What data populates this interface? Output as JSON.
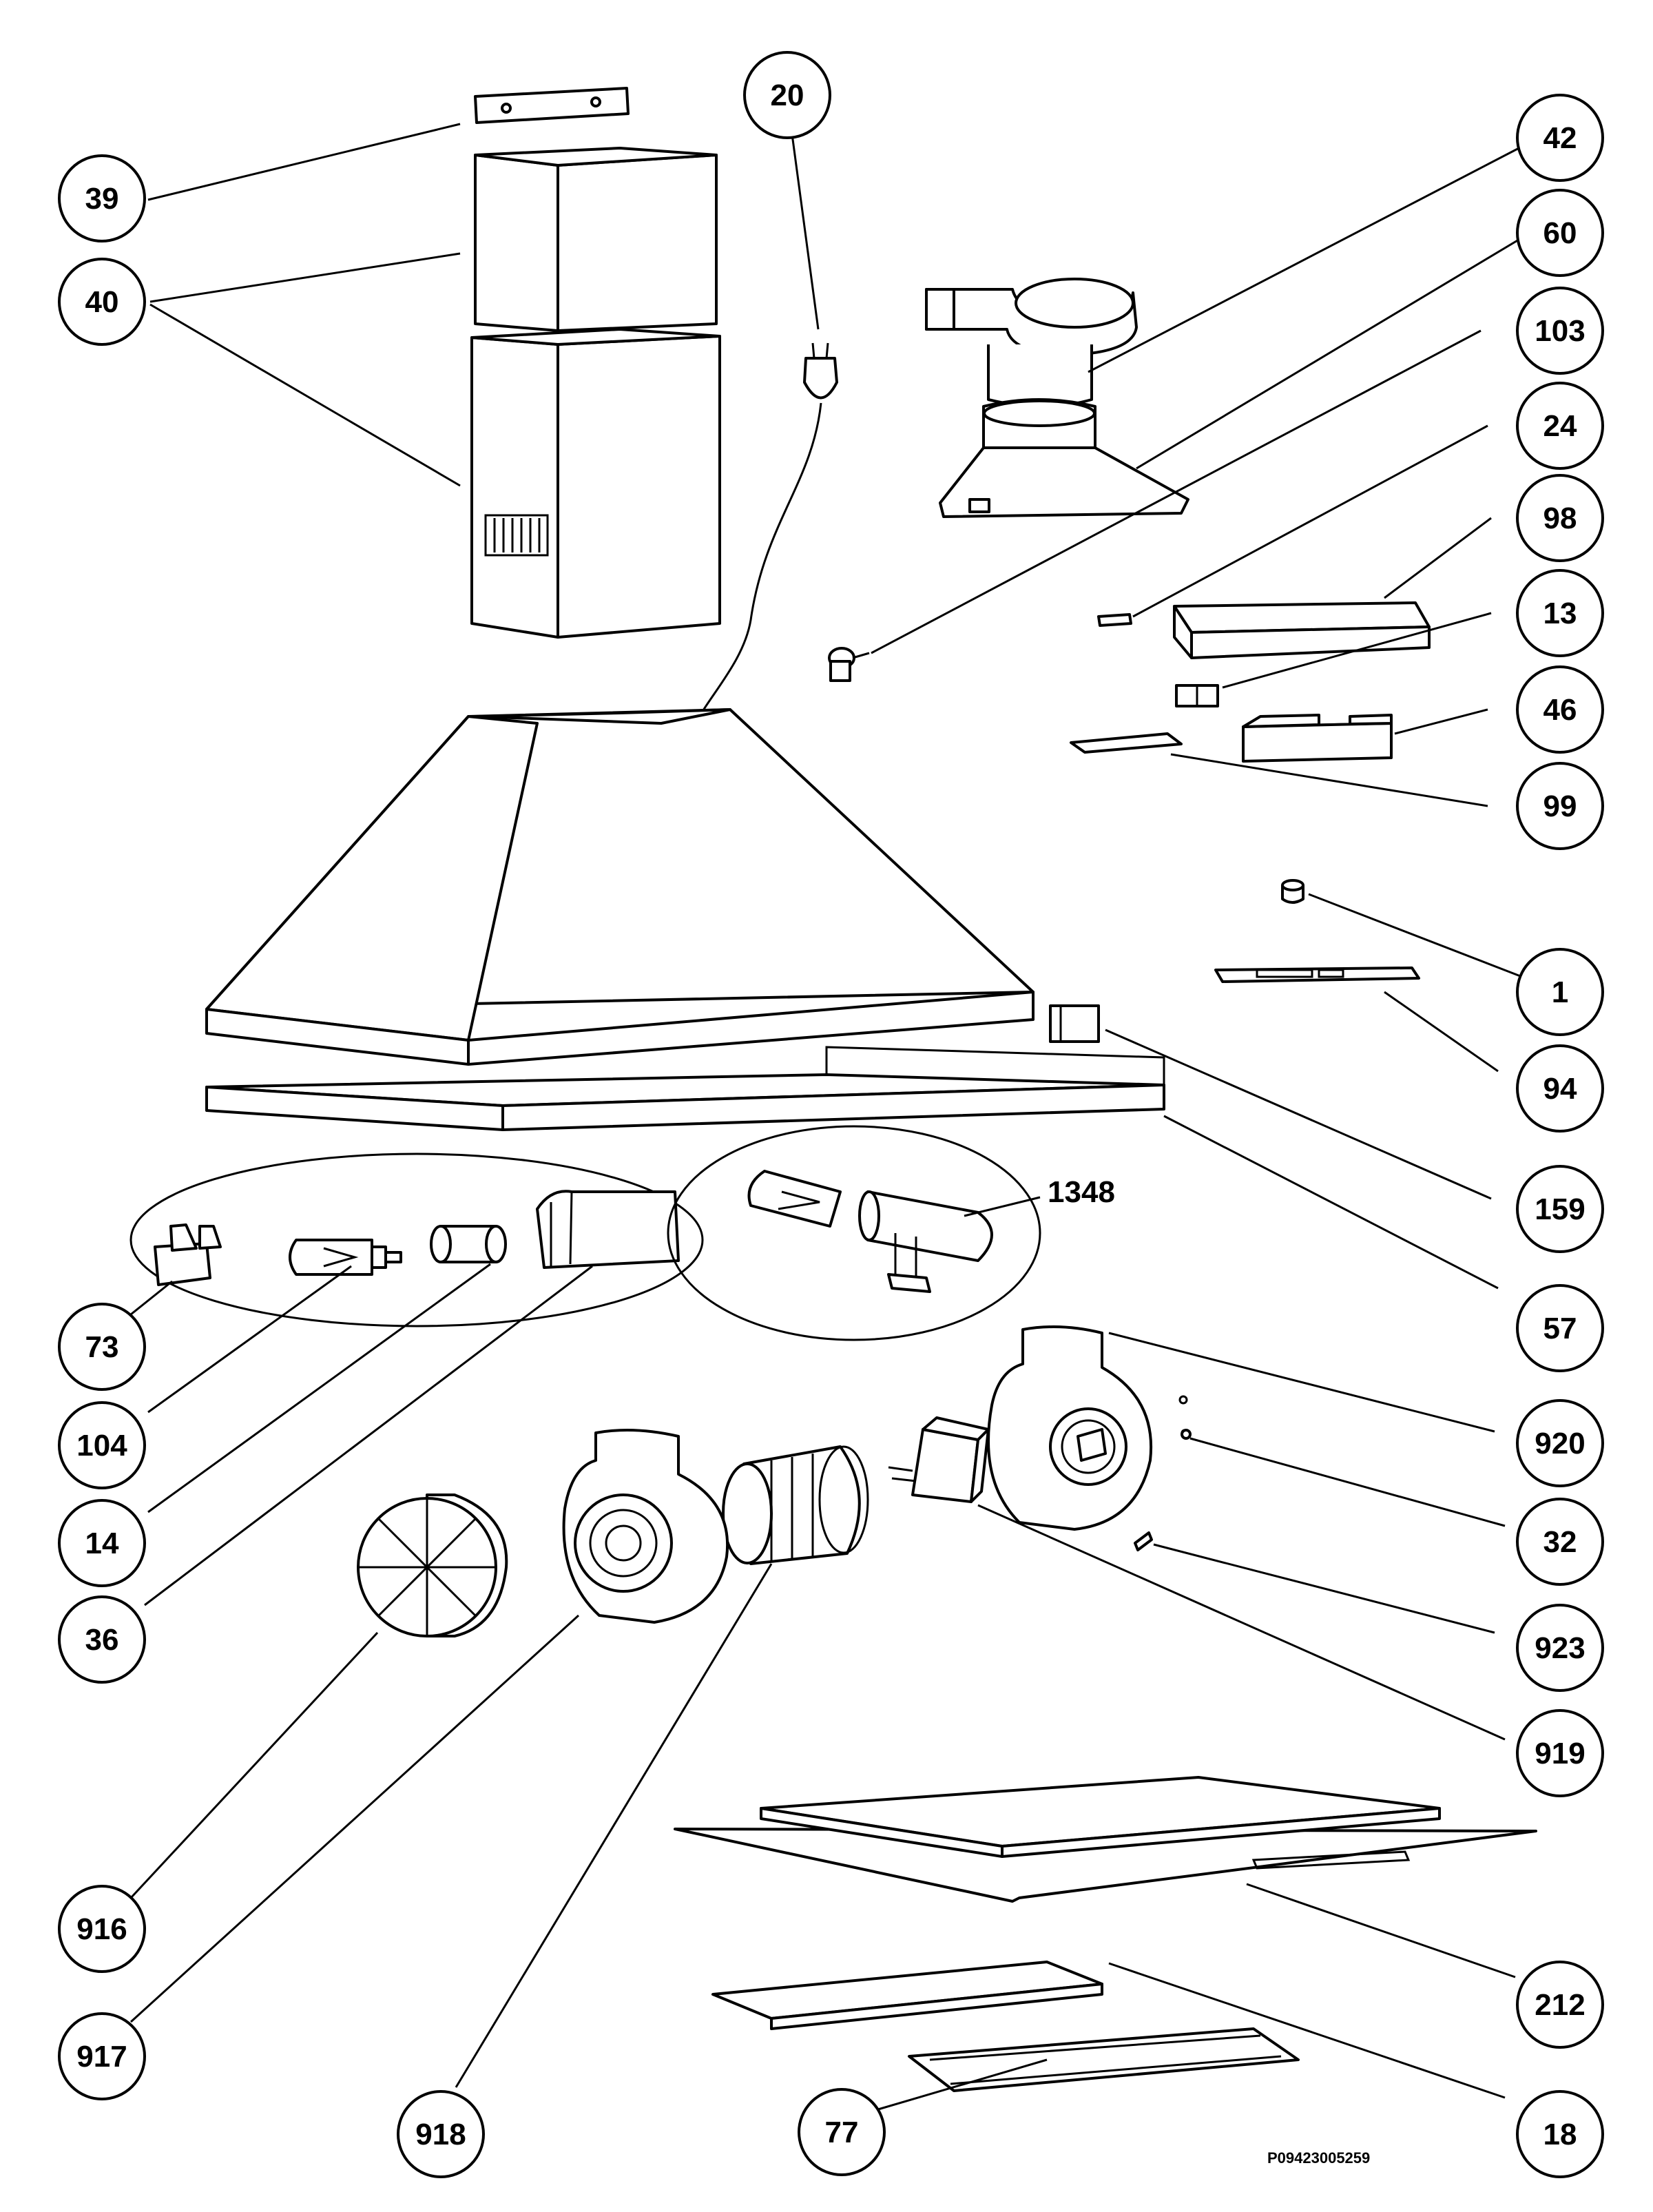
{
  "drawing_code": "P09423005259",
  "callouts": [
    {
      "id": "c-20",
      "label": "20"
    },
    {
      "id": "c-39",
      "label": "39"
    },
    {
      "id": "c-40",
      "label": "40"
    },
    {
      "id": "c-42",
      "label": "42"
    },
    {
      "id": "c-60",
      "label": "60"
    },
    {
      "id": "c-103",
      "label": "103"
    },
    {
      "id": "c-24",
      "label": "24"
    },
    {
      "id": "c-98",
      "label": "98"
    },
    {
      "id": "c-13",
      "label": "13"
    },
    {
      "id": "c-46",
      "label": "46"
    },
    {
      "id": "c-99",
      "label": "99"
    },
    {
      "id": "c-1",
      "label": "1"
    },
    {
      "id": "c-94",
      "label": "94"
    },
    {
      "id": "c-159",
      "label": "159"
    },
    {
      "id": "c-57",
      "label": "57"
    },
    {
      "id": "c-1348",
      "label": "1348"
    },
    {
      "id": "c-73",
      "label": "73"
    },
    {
      "id": "c-104",
      "label": "104"
    },
    {
      "id": "c-14",
      "label": "14"
    },
    {
      "id": "c-36",
      "label": "36"
    },
    {
      "id": "c-920",
      "label": "920"
    },
    {
      "id": "c-32",
      "label": "32"
    },
    {
      "id": "c-923",
      "label": "923"
    },
    {
      "id": "c-919",
      "label": "919"
    },
    {
      "id": "c-916",
      "label": "916"
    },
    {
      "id": "c-917",
      "label": "917"
    },
    {
      "id": "c-918",
      "label": "918"
    },
    {
      "id": "c-212",
      "label": "212"
    },
    {
      "id": "c-77",
      "label": "77"
    },
    {
      "id": "c-18",
      "label": "18"
    }
  ]
}
